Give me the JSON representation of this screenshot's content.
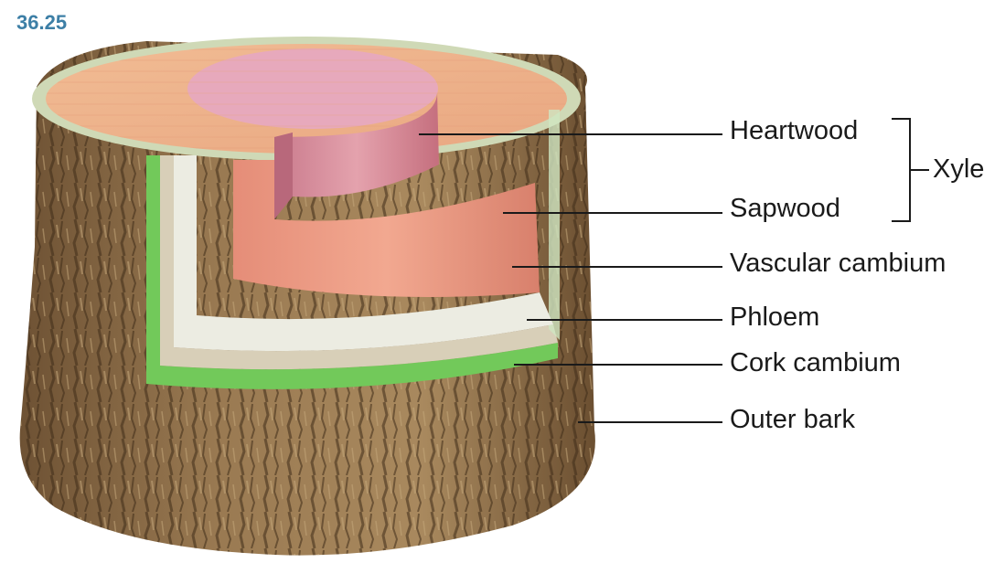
{
  "figure": {
    "number": "36.25",
    "title": ""
  },
  "labels": {
    "heartwood": "Heartwood",
    "sapwood": "Sapwood",
    "xylem": "Xyle",
    "vascular_cambium": "Vascular cambium",
    "phloem": "Phloem",
    "cork_cambium": "Cork cambium",
    "outer_bark": "Outer bark"
  },
  "colors": {
    "heartwood": "#d98a94",
    "sapwood": "#e79a86",
    "vascular_cambium": "#ecece2",
    "phloem": "#d8cfb8",
    "cork_cambium": "#72c95a",
    "outer_bark": "#8a6a45",
    "figure_number": "#3d7fa6"
  }
}
